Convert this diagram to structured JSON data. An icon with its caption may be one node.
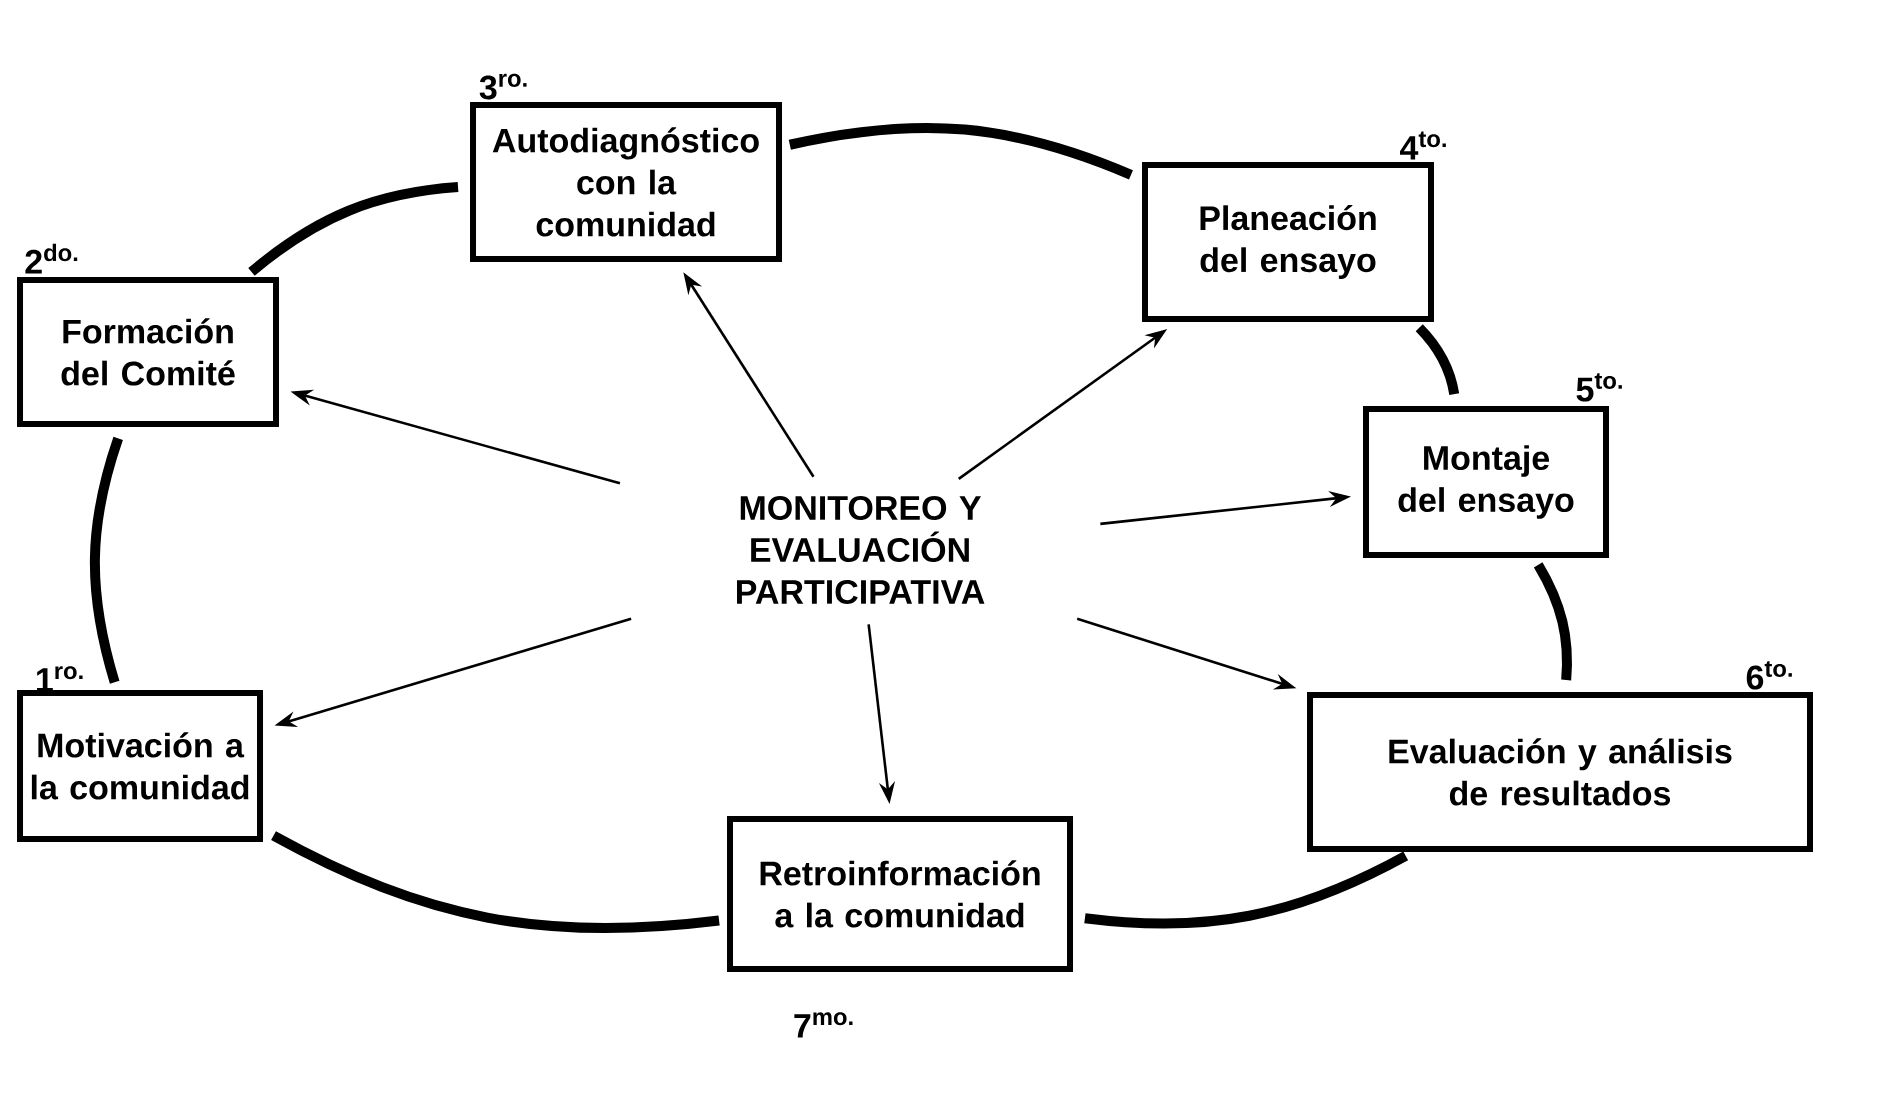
{
  "diagram": {
    "nodes": [
      {
        "text": [
          "Motivación a la comunidad"
        ],
        "beside": [
          "1$^{ro.}$"
        ]
      },
      {
        "text": [
          "Formación del Comité"
        ],
        "beside": [
          "2$^{do.}$"
        ]
      },
      {
        "text": [
          "Autodiagnóstico con la comunidad"
        ],
        "beside": [
          "3$^{ro.}$"
        ]
      },
      {
        "text": [
          "Planeación del ensayo"
        ],
        "beside": [
          "4$^{to.}$"
        ]
      },
      {
        "text": [
          "Montaje del ensayo"
        ],
        "beside": [
          "5$^{to.}$"
        ]
      },
      {
        "text": [
          "Evaluación y análisis de resultados"
        ],
        "beside": [
          "6$^{to.}$"
        ]
      },
      {
        "text": [
          "Retroinformación a la comunidad"
        ],
        "beside": [
          "7$^{mo.}$"
        ]
      },
      {
        "text": [
          "MONITOREO Y EVALUACIÓN PARTICIPATIVA"
        ]
      }
    ],
    "edges": [
      {
        "from": 0,
        "to": 1,
        "arrow": "none",
        "style": "thick"
      },
      {
        "from": 1,
        "to": 2,
        "arrow": "none",
        "style": "thick"
      },
      {
        "from": 2,
        "to": 3,
        "arrow": "none",
        "style": "thick"
      },
      {
        "from": 3,
        "to": 4,
        "arrow": "none",
        "style": "thick"
      },
      {
        "from": 4,
        "to": 5,
        "arrow": "none",
        "style": "thick"
      },
      {
        "from": 5,
        "to": 6,
        "arrow": "none",
        "style": "thick"
      },
      {
        "from": 6,
        "to": 0,
        "arrow": "none",
        "style": "thick"
      },
      {
        "from": 7,
        "to": 0,
        "arrow": "to"
      },
      {
        "from": 7,
        "to": 1,
        "arrow": "to"
      },
      {
        "from": 7,
        "to": 2,
        "arrow": "to"
      },
      {
        "from": 7,
        "to": 3,
        "arrow": "to"
      },
      {
        "from": 7,
        "to": 4,
        "arrow": "to"
      },
      {
        "from": 7,
        "to": 6,
        "arrow": "to"
      },
      {
        "from": 7,
        "to": 5,
        "arrow": "to"
      }
    ]
  }
}
